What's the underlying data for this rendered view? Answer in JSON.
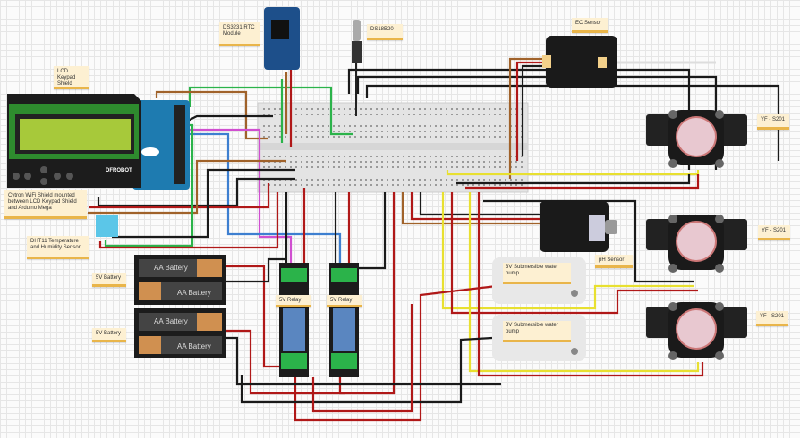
{
  "labels": {
    "lcd": "LCD Keypad Shield",
    "cytron": "Cytron WiFi Shield mounted between LCD Keypad Shield and Arduino Mega",
    "dht": "DHT11 Temperature and Humidity Sensor",
    "rtc": "DS3231 RTC Module",
    "ds18b20": "DS18B20",
    "ec": "EC Sensor",
    "flow1": "YF - S201",
    "flow2": "YF - S201",
    "flow3": "YF - S201",
    "ph": "pH Sensor",
    "pump1": "3V Submersible water pump",
    "pump2": "3V Submersible water pump",
    "battery1": "5V Battery",
    "battery2": "5V Battery",
    "relay1": "5V Relay",
    "relay2": "5V Relay"
  },
  "battery_text": "AA Battery",
  "board_text": "DFROBOT",
  "colors": {
    "wire_black": "#1a1a1a",
    "wire_red": "#b01818",
    "wire_green": "#2bb34a",
    "wire_yellow": "#e8e030",
    "wire_brown": "#a0622a",
    "wire_pink": "#d04fd0",
    "wire_blue": "#3d7fd0",
    "lcd": "#a7c93a",
    "arduino": "#1e7bb0",
    "note": "#fdf0d2"
  }
}
